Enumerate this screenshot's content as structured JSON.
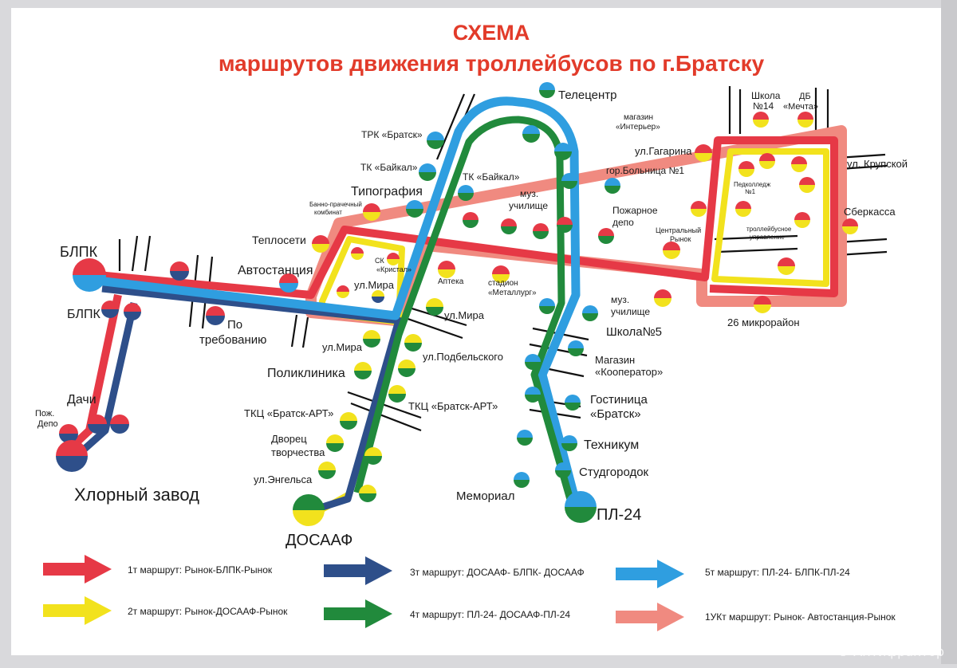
{
  "title": {
    "line1": "СХЕМА",
    "line2": "маршрутов движения троллейбусов по г.Братску"
  },
  "watermark": "© Антифрактор",
  "colors": {
    "route_1t": "#e63946",
    "route_2t": "#f2e21d",
    "route_3t": "#2e4f8a",
    "route_4t": "#218a3c",
    "route_5t": "#2f9ee0",
    "route_1ukt": "#f08a80"
  },
  "stops": {
    "blpk_terminal": "БЛПК",
    "blpk": "БЛПК",
    "dachi": "Дачи",
    "pozh_depo_left": "Пож.\nДепо",
    "khlorny": "Хлорный завод",
    "po_trebovaniyu": "По\nтребованию",
    "avtostantsiya": "Автостанция",
    "teploseti": "Теплосети",
    "banno": "Банно-прачечный\nкомбинат",
    "tipografiya": "Типография",
    "sk_kristal": "СК\n«Кристал»",
    "ul_mira_1": "ул.Мира",
    "apteka": "Аптека",
    "stadion": "стадион\n«Металлург»",
    "ul_mira_2": "ул.Мира",
    "ul_mira_3": "ул.Мира",
    "ul_podbelskogo": "ул.Подбельского",
    "poliklinika": "Поликлиника",
    "tkts_1": "ТКЦ «Братск-АРТ»",
    "tkts_2": "ТКЦ «Братск-АРТ»",
    "dvorets": "Дворец\nтворчества",
    "ul_engelsa": "ул.Энгельса",
    "dosaaf": "ДОСААФ",
    "trk_bratsk": "ТРК «Братск»",
    "tk_baikal_1": "ТК «Байкал»",
    "tk_baikal_2": "ТК «Байкал»",
    "teletsentr": "Телецентр",
    "magazin_interer": "магазин\n«Интерьер»",
    "muz_uchilishche_1": "муз.\nучилище",
    "gor_bolnitsa": "гор.Больница №1",
    "pozharnoe_depo": "Пожарное\nдепо",
    "muz_uchilishche_2": "муз.\nучилище",
    "shkola5": "Школа№5",
    "magazin_kooperator": "Магазин\n«Кооператор»",
    "gostinitsa": "Гостиница\n«Братск»",
    "tekhnikum": "Техникум",
    "studgorodok": "Студгородок",
    "memorial": "Мемориал",
    "pl24": "ПЛ-24",
    "ul_gagarina": "ул.Гагарина",
    "shkola14": "Школа\n№14",
    "db_mechta": "ДБ\n«Мечта»",
    "ul_krupskoy": "ул. Крупской",
    "sberkassa": "Сберкасса",
    "pedkolledzh": "Педколледж\n№1",
    "tsentralny_rynok": "Центральный\nРынок",
    "trolleibusnoe": "троллейбусное\nуправление",
    "mikroraion26": "26 микрорайон"
  },
  "legend": [
    {
      "label": "1т маршрут: Рынок-БЛПК-Рынок",
      "color": "#e63946"
    },
    {
      "label": "2т маршрут: Рынок-ДОСААФ-Рынок",
      "color": "#f2e21d"
    },
    {
      "label": "3т маршрут: ДОСААФ- БЛПК- ДОСААФ",
      "color": "#2e4f8a"
    },
    {
      "label": "4т маршрут: ПЛ-24- ДОСААФ-ПЛ-24",
      "color": "#218a3c"
    },
    {
      "label": "5т маршрут: ПЛ-24- БЛПК-ПЛ-24",
      "color": "#2f9ee0"
    },
    {
      "label": "1УКт маршрут: Рынок- Автостанция-Рынок",
      "color": "#f08a80"
    }
  ]
}
